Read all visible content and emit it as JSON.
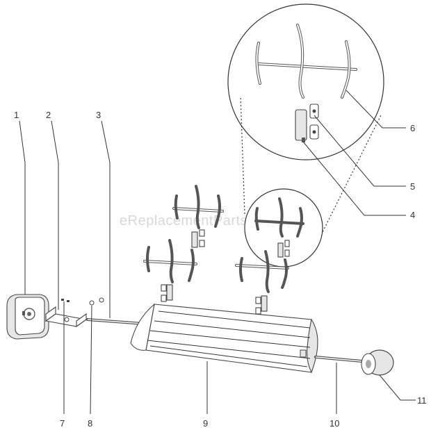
{
  "diagram": {
    "watermark": "eReplacementParts.com",
    "callouts": [
      {
        "label": "1"
      },
      {
        "label": "2"
      },
      {
        "label": "3"
      },
      {
        "label": "4"
      },
      {
        "label": "5"
      },
      {
        "label": "6"
      },
      {
        "label": "7"
      },
      {
        "label": "8"
      },
      {
        "label": "9"
      },
      {
        "label": "10"
      },
      {
        "label": "11"
      }
    ]
  }
}
